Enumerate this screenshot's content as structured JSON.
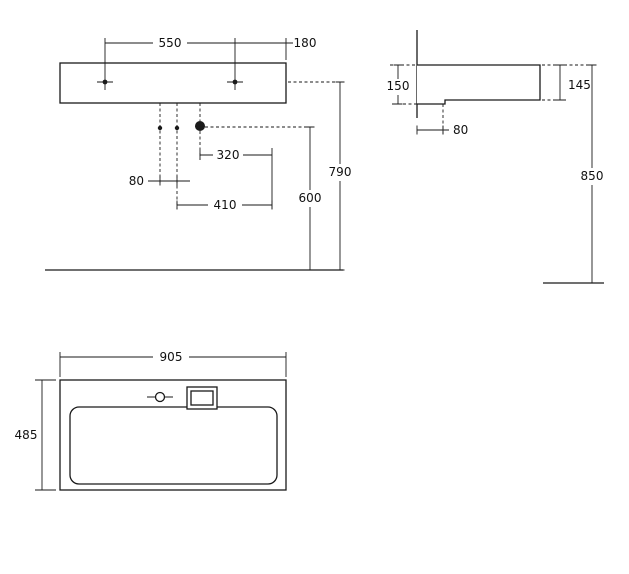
{
  "drawing": {
    "title": "washbasin-dimension-drawing",
    "front": {
      "hole_spacing": "550",
      "hole_to_edge": "180",
      "drain_to_side": "320",
      "tap_hole_spacing": "80",
      "drain_span": "410",
      "drain_height": "600",
      "mounting_height": "790"
    },
    "side": {
      "wall_depth_height": "150",
      "front_edge_height": "145",
      "drain_offset": "80",
      "overall_height": "850"
    },
    "top": {
      "width": "905",
      "depth": "485"
    }
  }
}
